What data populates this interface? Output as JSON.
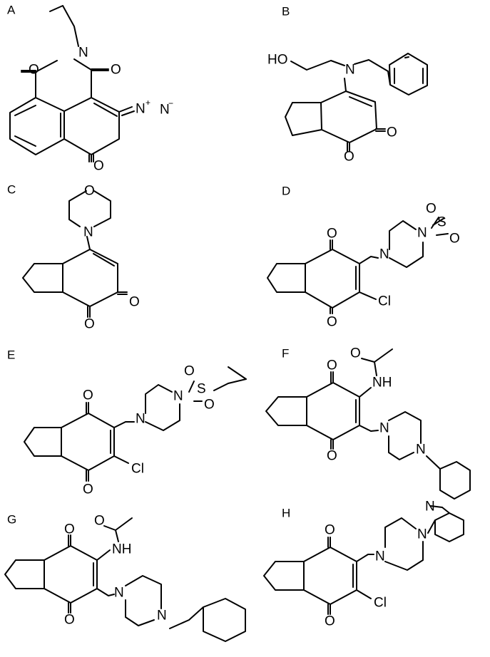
{
  "figure": {
    "panels": [
      {
        "label": "A",
        "atoms": {
          "o1": "O",
          "n": "N",
          "o2": "O",
          "n1": "N",
          "n1c": "+",
          "n2": "N",
          "n2c": "−",
          "o3": "O"
        }
      },
      {
        "label": "B",
        "atoms": {
          "ho": "HO",
          "n": "N",
          "o1": "O",
          "o2": "O"
        }
      },
      {
        "label": "C",
        "atoms": {
          "o": "O",
          "n": "N",
          "o1": "O",
          "o2": "O"
        }
      },
      {
        "label": "D",
        "atoms": {
          "o1": "O",
          "n1": "N",
          "n2": "N",
          "s": "S",
          "so1": "O",
          "so2": "O",
          "cl": "Cl",
          "o2": "O"
        }
      },
      {
        "label": "E",
        "atoms": {
          "o1": "O",
          "n1": "N",
          "n2": "N",
          "s": "S",
          "so1": "O",
          "so2": "O",
          "cl": "Cl",
          "o2": "O"
        }
      },
      {
        "label": "F",
        "atoms": {
          "o1": "O",
          "ao": "O",
          "nh": "NH",
          "n1": "N",
          "n2": "N",
          "o2": "O"
        }
      },
      {
        "label": "G",
        "atoms": {
          "o1": "O",
          "ao": "O",
          "nh": "NH",
          "n1": "N",
          "n2": "N",
          "o2": "O"
        }
      },
      {
        "label": "H",
        "atoms": {
          "o1": "O",
          "pn": "N",
          "n1": "N",
          "n2": "N",
          "cl": "Cl",
          "o2": "O"
        }
      }
    ]
  }
}
